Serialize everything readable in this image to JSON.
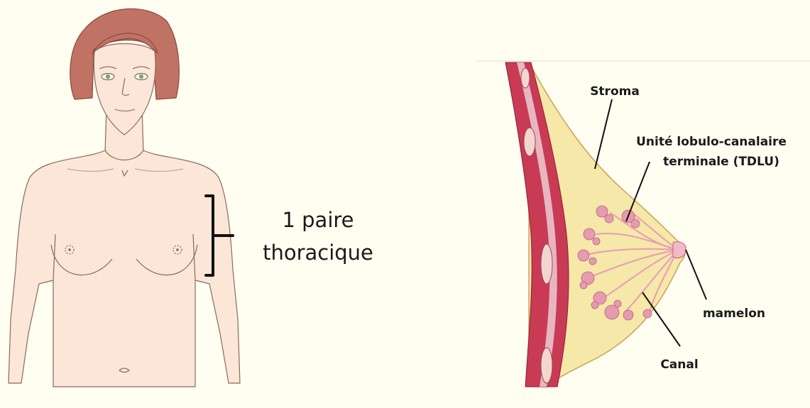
{
  "figure": {
    "left_panel": {
      "bracket_label_line1": "1 paire",
      "bracket_label_line2": "thoracique"
    },
    "right_panel": {
      "labels": {
        "stroma": "Stroma",
        "tdlu_line1": "Unité lobulo-canalaire",
        "tdlu_line2": "terminale (TDLU)",
        "nipple": "mamelon",
        "duct": "Canal"
      }
    },
    "colors": {
      "background": "#fffef1",
      "skin": "#fbe6d8",
      "hair": "#c07364",
      "muscle": "#c93a55",
      "fat": "#f6e8a8",
      "lobule": "#e59bb0"
    }
  }
}
